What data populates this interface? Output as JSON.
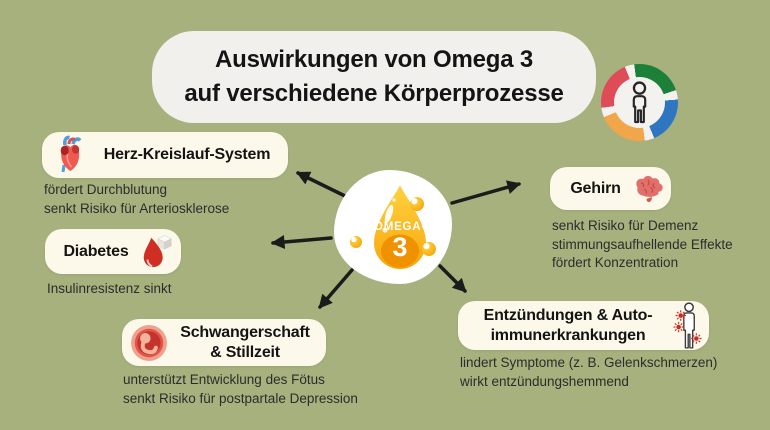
{
  "title": {
    "line1": "Auswirkungen von Omega 3",
    "line2": "auf verschiedene Körperprozesse"
  },
  "center": {
    "label_top": "OMEGA-",
    "label_big": "3"
  },
  "nodes": {
    "herz": {
      "label": "Herz-Kreislauf-System",
      "icon": "anatomical-heart-icon",
      "details": [
        "fördert Durchblutung",
        "senkt Risiko für Arteriosklerose"
      ]
    },
    "diabetes": {
      "label": "Diabetes",
      "icon": "blood-drop-sugar-cube-icon",
      "details": [
        "Insulinresistenz sinkt"
      ]
    },
    "gehirn": {
      "label": "Gehirn",
      "icon": "brain-icon",
      "details": [
        "senkt Risiko für Demenz",
        "stimmungsaufhellende Effekte",
        "fördert Konzentration"
      ]
    },
    "schwangerschaft": {
      "label_line1": "Schwangerschaft",
      "label_line2": "& Stillzeit",
      "icon": "fetus-womb-icon",
      "details": [
        "unterstützt Entwicklung des Fötus",
        "senkt Risiko für postpartale Depression"
      ]
    },
    "entzuendungen": {
      "label_line1": "Entzündungen & Auto-",
      "label_line2": "immunerkrankungen",
      "icon": "body-pain-points-icon",
      "details": [
        "lindert Symptome (z. B. Gelenkschmerzen)",
        "wirkt entzündungshemmend"
      ]
    }
  },
  "colors": {
    "background": "#a6b17e",
    "title_box": "#f1f0ed",
    "node_box": "#fdf9ea",
    "arrow": "#1b1b1b",
    "droplet_gold_light": "#ffd23f",
    "droplet_gold_dark": "#f7a70d",
    "droplet_deep_orange": "#f09200",
    "logo_red": "#e04b58",
    "logo_green": "#1d8038",
    "logo_blue": "#2e77c0",
    "logo_orange": "#f0a649"
  }
}
